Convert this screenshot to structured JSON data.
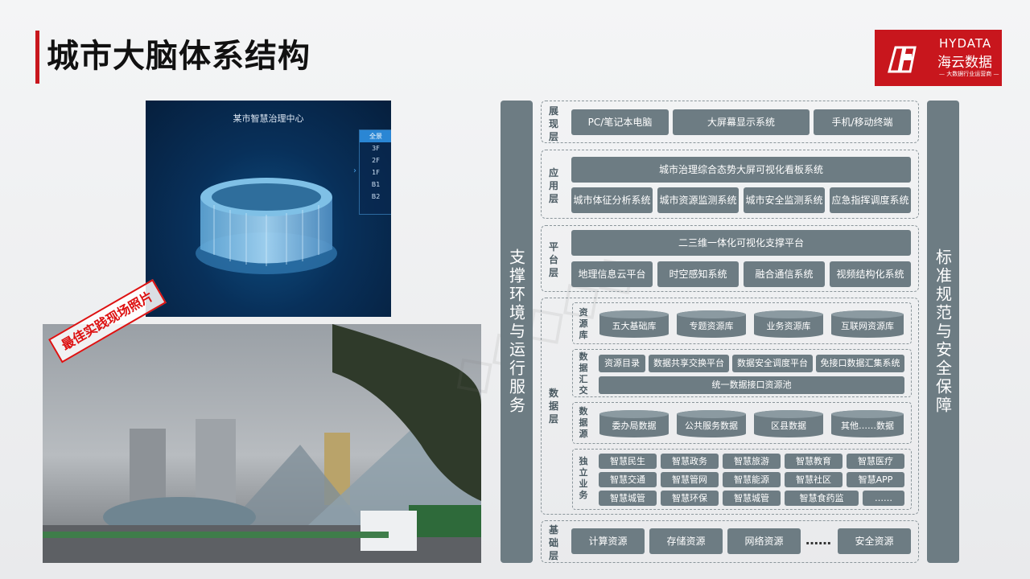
{
  "title": "城市大脑体系结构",
  "logo": {
    "brand_en": "HYDATA",
    "brand_cn": "海云数据",
    "tagline": "— 大数据行业运营商 —"
  },
  "panel3d": {
    "title": "某市智慧治理中心",
    "floors": [
      "全景",
      "3F",
      "2F",
      "1F",
      "B1",
      "B2"
    ]
  },
  "photo": {
    "stamp": "最佳实践现场照片"
  },
  "side_left": "支撑环境与运行服务",
  "side_right": "标准规范与安全保障",
  "layers": {
    "presentation": {
      "label": "展现层",
      "items": [
        "PC/笔记本电脑",
        "大屏幕显示系统",
        "手机/移动终端"
      ]
    },
    "application": {
      "label": "应用层",
      "top": "城市治理综合态势大屏可视化看板系统",
      "items": [
        "城市体征分析系统",
        "城市资源监测系统",
        "城市安全监测系统",
        "应急指挥调度系统"
      ]
    },
    "platform": {
      "label": "平台层",
      "top": "二三维一体化可视化支撑平台",
      "items": [
        "地理信息云平台",
        "时空感知系统",
        "融合通信系统",
        "视频结构化系统"
      ]
    },
    "data": {
      "label": "数据层",
      "resource": {
        "label": "资源库",
        "items": [
          "五大基础库",
          "专题资源库",
          "业务资源库",
          "互联网资源库"
        ]
      },
      "exchange": {
        "label": "数据汇交",
        "items": [
          "资源目录",
          "数据共享交换平台",
          "数据安全调度平台",
          "免接口数据汇集系统"
        ],
        "bottom": "统一数据接口资源池"
      },
      "source": {
        "label": "数据源",
        "items": [
          "委办局数据",
          "公共服务数据",
          "区县数据",
          "其他……数据"
        ]
      },
      "business": {
        "label": "独立业务",
        "items": [
          "智慧民生",
          "智慧政务",
          "智慧旅游",
          "智慧教育",
          "智慧医疗",
          "智慧交通",
          "智慧管网",
          "智慧能源",
          "智慧社区",
          "智慧APP",
          "智慧城管",
          "智慧环保",
          "智慧城管",
          "智慧食药监",
          "……"
        ]
      }
    },
    "base": {
      "label": "基础层",
      "items": [
        "计算资源",
        "存储资源",
        "网络资源",
        "安全资源"
      ],
      "ellipsis": "……"
    }
  },
  "colors": {
    "accent": "#c8161d",
    "block": "#6d7c83"
  }
}
